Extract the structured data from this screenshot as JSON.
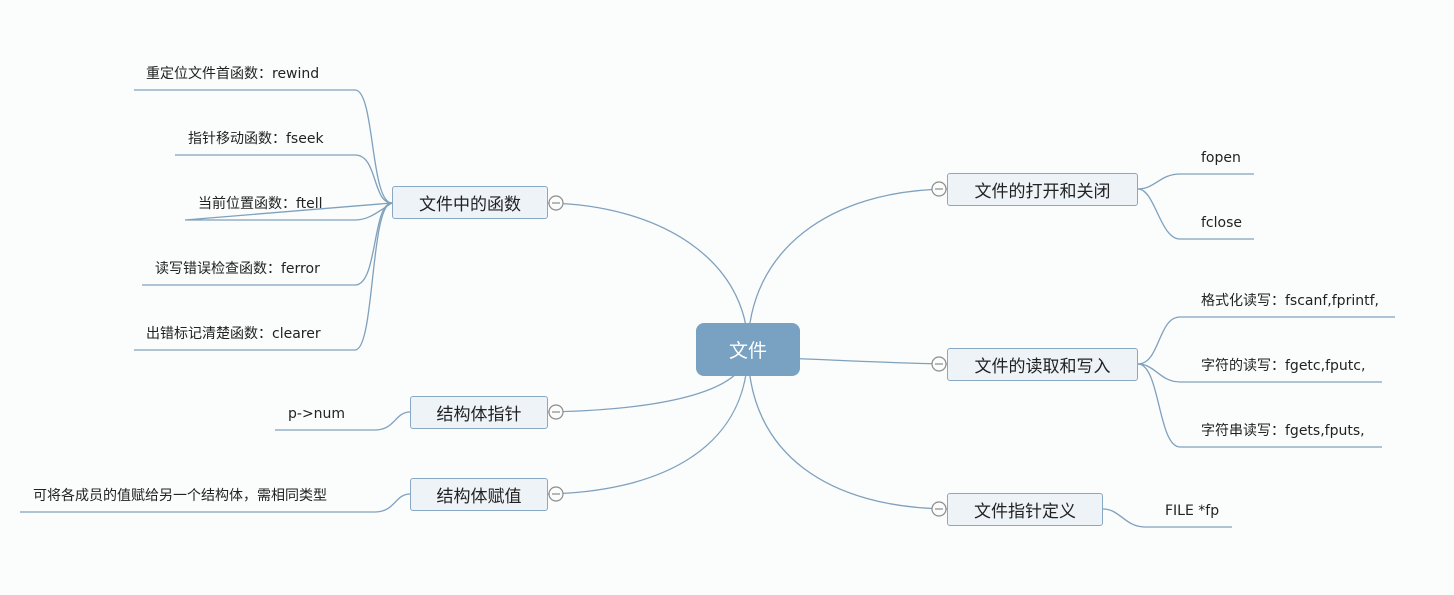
{
  "root": {
    "label": "文件"
  },
  "left_topics": [
    {
      "label": "文件中的函数",
      "children": [
        "重定位文件首函数：rewind",
        "指针移动函数：fseek",
        "当前位置函数：ftell",
        "读写错误检查函数：ferror",
        "出错标记清楚函数：clearer"
      ]
    },
    {
      "label": "结构体指针",
      "children": [
        "p->num"
      ]
    },
    {
      "label": "结构体赋值",
      "children": [
        "可将各成员的值赋给另一个结构体，需相同类型"
      ]
    }
  ],
  "right_topics": [
    {
      "label": "文件的打开和关闭",
      "children": [
        "fopen",
        "fclose"
      ]
    },
    {
      "label": "文件的读取和写入",
      "children": [
        "格式化读写：fscanf,fprintf,",
        "字符的读写：fgetc,fputc,",
        "字符串读写：fgets,fputs,"
      ]
    },
    {
      "label": "文件指针定义",
      "children": [
        "FILE *fp"
      ]
    }
  ],
  "colors": {
    "root_fill": "#78a1c2",
    "topic_fill": "#eef3f8",
    "topic_border": "#88a8c3",
    "connector": "#7fa1bd"
  }
}
